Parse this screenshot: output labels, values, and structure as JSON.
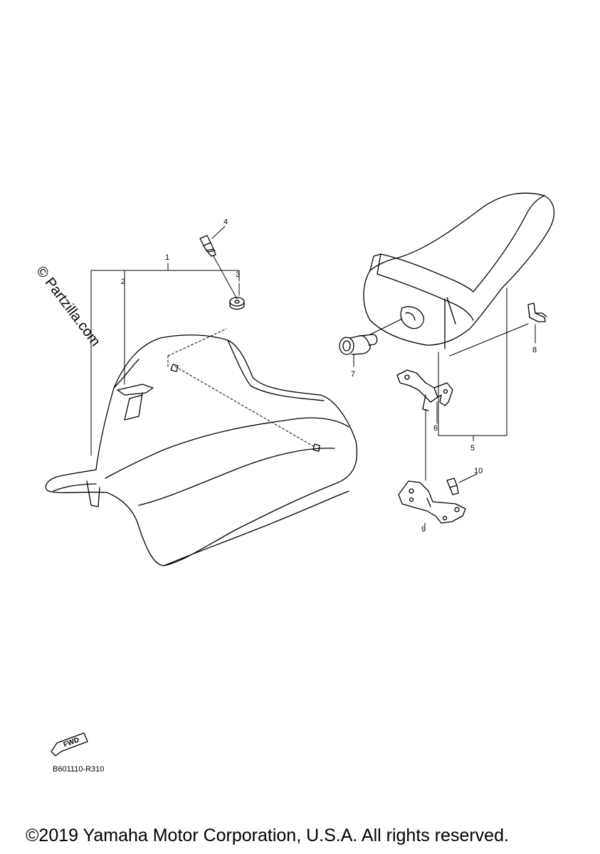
{
  "watermark": "© Partzilla.com",
  "callouts": {
    "c1": "1",
    "c2": "2",
    "c3": "3",
    "c4": "4",
    "c5": "5",
    "c6": "6",
    "c7": "7",
    "c8": "8",
    "c9": "9",
    "c10": "10"
  },
  "fwd_indicator": {
    "label": "FWD"
  },
  "figure_code": "B601110-R310",
  "copyright": "©2019 Yamaha Motor Corporation, U.S.A. All rights reserved."
}
